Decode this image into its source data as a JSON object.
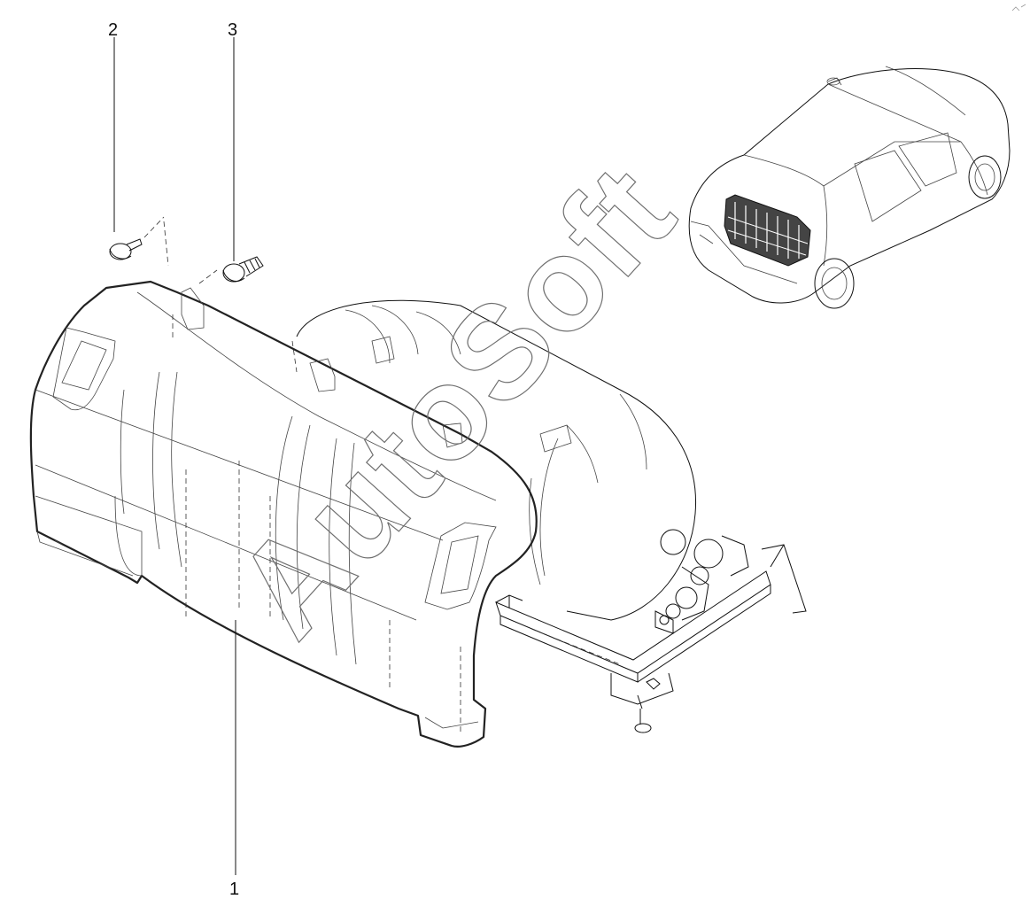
{
  "callouts": [
    {
      "id": "1",
      "label": "1"
    },
    {
      "id": "2",
      "label": "2"
    },
    {
      "id": "3",
      "label": "3"
    }
  ],
  "watermark": {
    "text": "AutoSoft"
  },
  "colors": {
    "line": "#111111",
    "background": "#ffffff",
    "watermark": "#6f6f6f"
  }
}
